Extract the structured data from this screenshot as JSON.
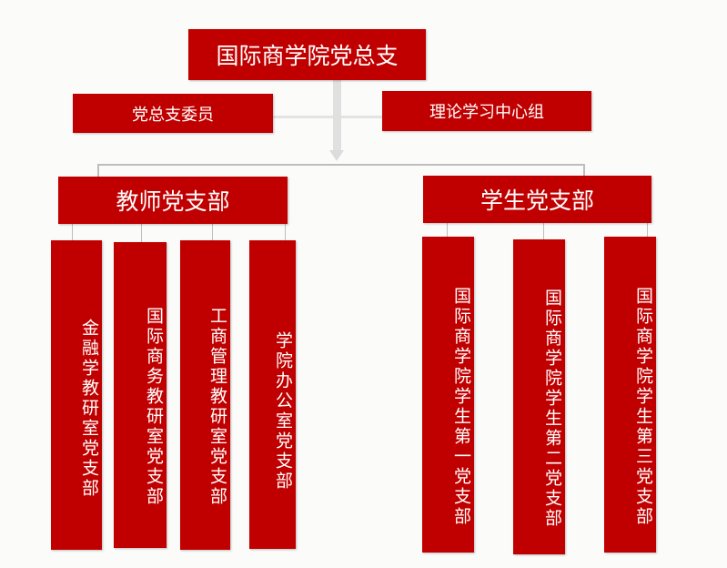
{
  "root": "国际商学院党总支",
  "side_left": "党总支委员",
  "side_right": "理论学习中心组",
  "teacher": {
    "title": "教师党支部",
    "branches": [
      "金融学教研室党支部",
      "国际商务教研室党支部",
      "工商管理教研室党支部",
      "学院办公室党支部"
    ]
  },
  "student": {
    "title": "学生党支部",
    "branches": [
      "国际商学院学生第一党支部",
      "国际商学院学生第二党支部",
      "国际商学院学生第三党支部"
    ]
  },
  "colors": {
    "box": "#c00000",
    "connector": "#bdbdbd"
  }
}
